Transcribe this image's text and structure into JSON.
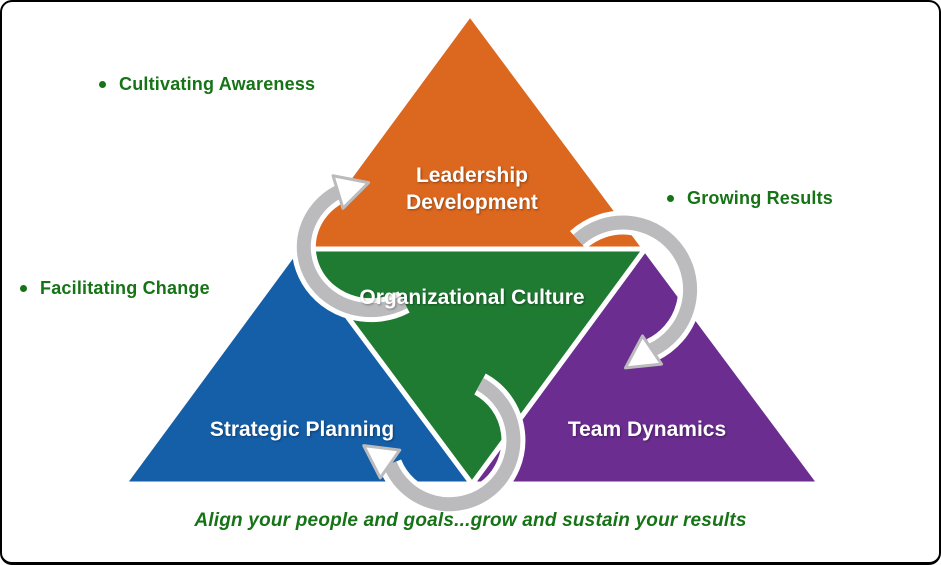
{
  "pyramid": {
    "sections": {
      "top": {
        "label": "Leadership Development",
        "color": "#DC671E"
      },
      "center": {
        "label": "Organizational Culture",
        "color": "#1F7A32"
      },
      "bottom_left": {
        "label": "Strategic Planning",
        "color": "#155FA8"
      },
      "bottom_right": {
        "label": "Team Dynamics",
        "color": "#6B2D90"
      }
    }
  },
  "annotations": {
    "color": "#167316",
    "items": [
      {
        "label": "Cultivating Awareness"
      },
      {
        "label": "Growing Results"
      },
      {
        "label": "Facilitating Change"
      }
    ]
  },
  "arrows": {
    "color": "#BBBBBE",
    "outline": "#FFFFFF"
  },
  "caption": {
    "text": "Align your people and goals...grow and sustain your results",
    "color": "#167316"
  }
}
